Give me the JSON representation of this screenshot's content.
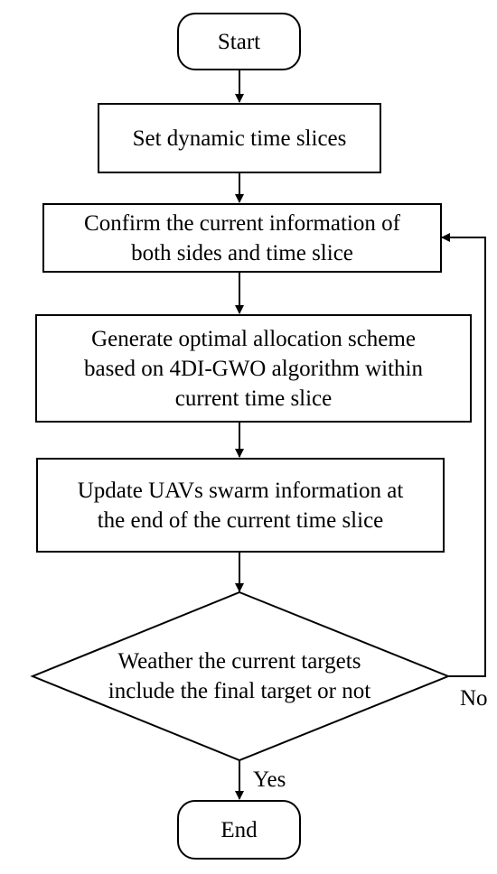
{
  "flowchart": {
    "start": "Start",
    "step1": "Set dynamic time slices",
    "step2": "Confirm the current information of\nboth sides and time slice",
    "step3": "Generate optimal allocation scheme\nbased on 4DI-GWO algorithm within\ncurrent time slice",
    "step4": "Update UAVs swarm information at\nthe end of the current time slice",
    "decision": "Weather the current  targets\ninclude the final target or not",
    "yes_label": "Yes",
    "no_label": "No",
    "end": "End"
  }
}
